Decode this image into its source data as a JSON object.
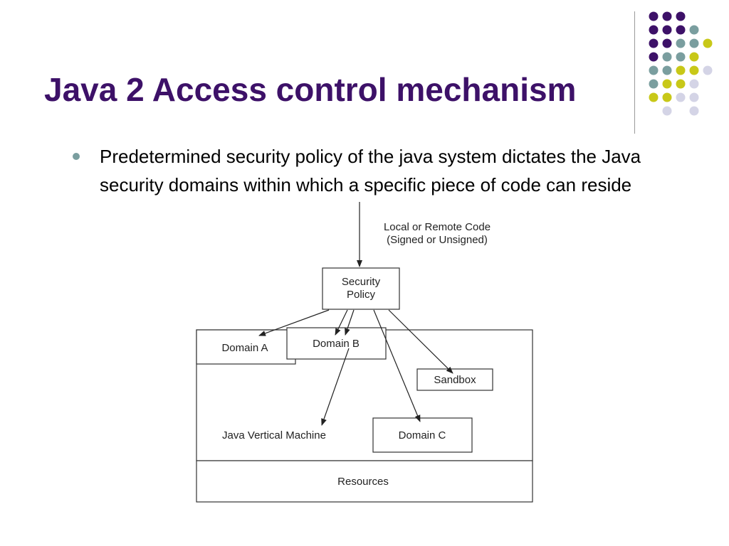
{
  "slide": {
    "title": "Java 2 Access control mechanism",
    "bullets": [
      {
        "text": "Predetermined security policy of the java system dictates the Java security domains within which a specific piece of code can reside"
      }
    ],
    "decoration": {
      "colors": {
        "purple": "#3d1168",
        "teal": "#7a9e9f",
        "yellow": "#c8c818",
        "lavender": "#d4d4e6",
        "divider": "#9a9a9a"
      },
      "dot_grid": [
        [
          "purple",
          "purple",
          "purple",
          "",
          ""
        ],
        [
          "purple",
          "purple",
          "purple",
          "teal",
          ""
        ],
        [
          "purple",
          "purple",
          "teal",
          "teal",
          "yellow"
        ],
        [
          "purple",
          "teal",
          "teal",
          "yellow",
          ""
        ],
        [
          "teal",
          "teal",
          "yellow",
          "yellow",
          "lavender"
        ],
        [
          "teal",
          "yellow",
          "yellow",
          "lavender",
          ""
        ],
        [
          "yellow",
          "yellow",
          "lavender",
          "lavender",
          ""
        ],
        [
          "",
          "lavender",
          "",
          "lavender",
          ""
        ]
      ]
    }
  },
  "diagram": {
    "source_label_line1": "Local or Remote Code",
    "source_label_line2": "(Signed or Unsigned)",
    "policy_label_line1": "Security",
    "policy_label_line2": "Policy",
    "domain_a": "Domain A",
    "domain_b": "Domain B",
    "sandbox": "Sandbox",
    "jvm_label": "Java Vertical Machine",
    "domain_c": "Domain C",
    "resources": "Resources"
  }
}
